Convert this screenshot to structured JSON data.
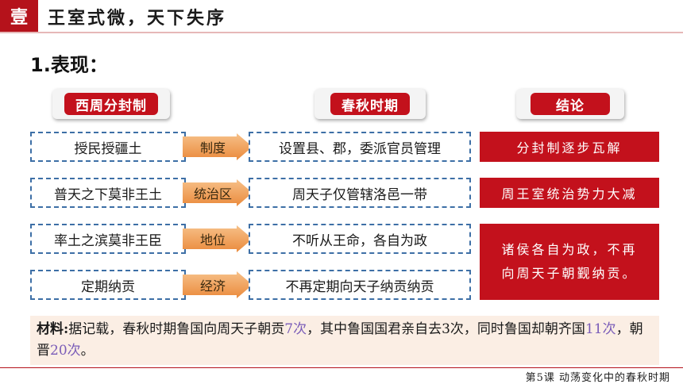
{
  "header": {
    "badge": "壹",
    "title": "王室式微，天下失序"
  },
  "section_title": "1.表现：",
  "columns": [
    "西周分封制",
    "春秋时期",
    "结论"
  ],
  "rows": [
    {
      "left": "授民授疆土",
      "arrow": "制度",
      "middle": "设置县、郡，委派官员管理"
    },
    {
      "left": "普天之下莫非王土",
      "arrow": "统治区",
      "middle": "周天子仅管辖洛邑一带"
    },
    {
      "left": "率土之滨莫非王臣",
      "arrow": "地位",
      "middle": "不听从王命，各自为政"
    },
    {
      "left": "定期纳贡",
      "arrow": "经济",
      "middle": "不再定期向天子纳贡纳贡"
    }
  ],
  "conclusions": {
    "c1": "分封制逐步瓦解",
    "c2": "周王室统治势力大减",
    "c3_line1": "诸侯各自为政，不再",
    "c3_line2": "向周天子朝觐纳贡。"
  },
  "material": {
    "tag": "材料:",
    "t1": "据记载，春秋时期鲁国向周天子朝贡",
    "n1": "7次",
    "t2": "，其中鲁国国君亲自去3次，同时鲁国却朝齐国",
    "n2": "11次",
    "t3": "，朝晋",
    "n3": "20次",
    "t4": "。"
  },
  "footer": "第5课 动荡变化中的春秋时期",
  "colors": {
    "accent_red": "#c3111c",
    "dash_blue": "#3d6fa6",
    "arrow_orange": "#f0a25a",
    "material_bg": "#fbeee4",
    "highlight_purple": "#7a5cb8"
  }
}
